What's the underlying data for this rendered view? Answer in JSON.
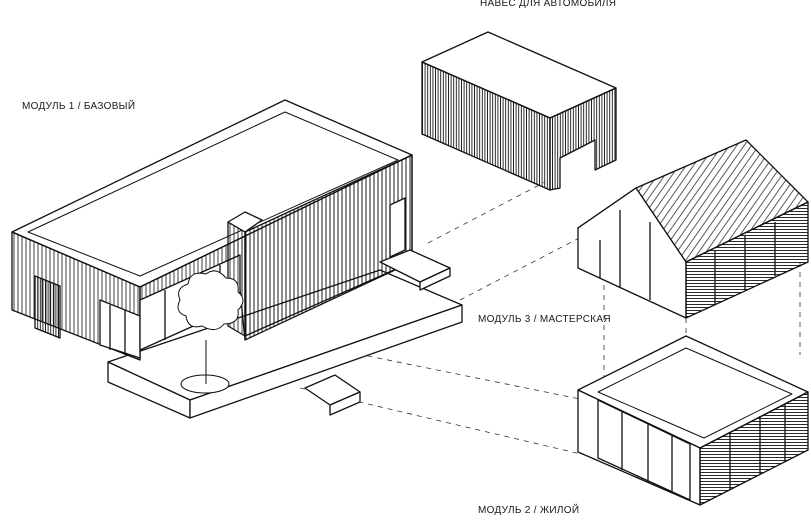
{
  "labels": {
    "carport": "НАВЕС ДЛЯ АВТОМОБИЛЯ",
    "module1": "МОДУЛЬ 1 / БАЗОВЫЙ",
    "module3": "МОДУЛЬ 3 / МАСТЕРСКАЯ",
    "module2": "МОДУЛЬ 2 / ЖИЛОЙ"
  },
  "style": {
    "line_color": "#111111",
    "background": "#ffffff"
  }
}
